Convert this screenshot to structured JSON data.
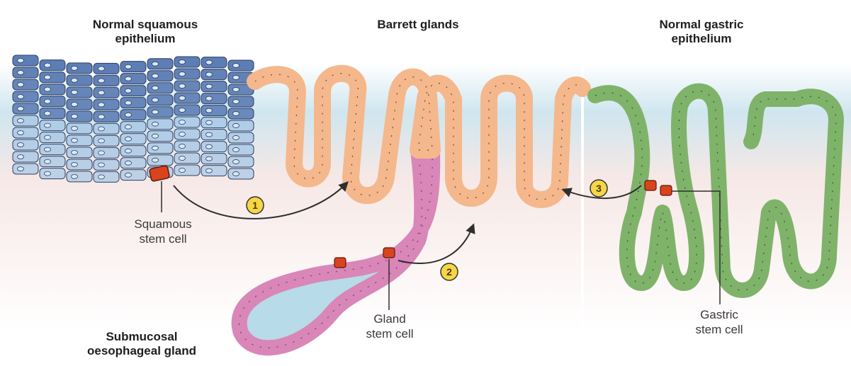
{
  "titles": {
    "squamous": "Normal squamous\nepithelium",
    "barrett": "Barrett glands",
    "gastric": "Normal gastric\nepithelium",
    "submucosal": "Submucosal\noesophageal gland"
  },
  "cell_labels": {
    "squamous_stem": "Squamous\nstem cell",
    "gland_stem": "Gland\nstem cell",
    "gastric_stem": "Gastric\nstem cell"
  },
  "pathways": [
    {
      "number": "1"
    },
    {
      "number": "2"
    },
    {
      "number": "3"
    }
  ],
  "colors": {
    "squamous_dark": "#5d7db5",
    "squamous_light": "#a9c8e6",
    "barrett_orange": "#f4b88c",
    "gland_pink": "#d986b8",
    "gastric_green": "#7fb36a",
    "stem_cell_red": "#d9431e",
    "lumen_blue": "#a8d3e2",
    "tissue_pink": "#f2ddda",
    "badge_yellow": "#f6d646"
  }
}
